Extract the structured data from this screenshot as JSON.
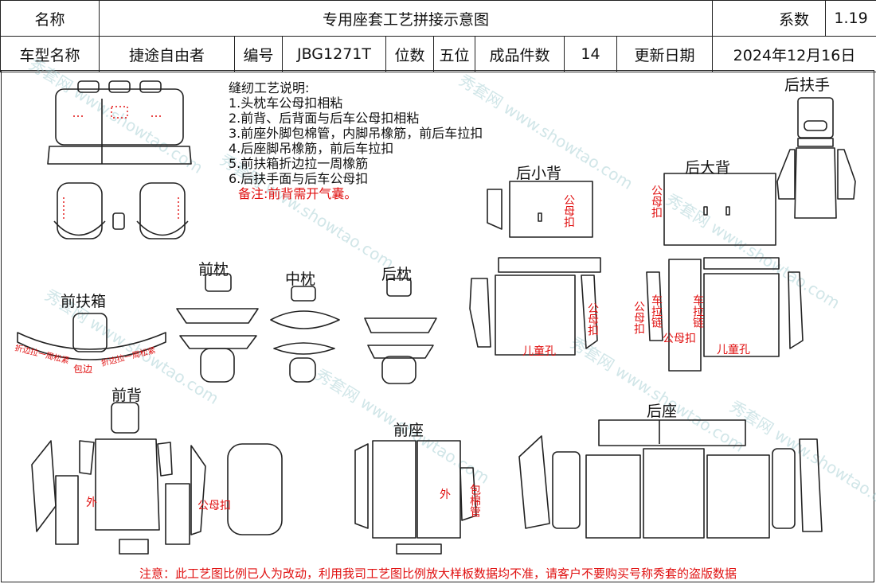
{
  "header": {
    "row1": {
      "name_label": "名称",
      "title": "专用座套工艺拼接示意图",
      "coef_label": "系数",
      "coef_value": "1.19"
    },
    "row2": {
      "model_label": "车型名称",
      "model_value": "捷途自由者",
      "code_label": "编号",
      "code_value": "JBG1271T",
      "seats_label": "位数",
      "seats_value": "五位",
      "pieces_label": "成品件数",
      "pieces_value": "14",
      "date_label": "更新日期",
      "date_value": "2024年12月16日"
    }
  },
  "notes": {
    "title": "缝纫工艺说明:",
    "items": [
      "1.头枕车公母扣相粘",
      "2.前背、后背面与后车公母扣相粘",
      "3.前座外脚包棉管，内脚吊橡筋，前后车拉扣",
      "4.后座脚吊橡筋，前后车拉扣",
      "5.前扶箱折边拉一周橡筋",
      "6.后扶手面与后车公母扣"
    ],
    "remark": "备注:前背需开气囊。"
  },
  "labels": {
    "rear_armrest": "后扶手",
    "rear_small_back": "后小背",
    "rear_big_back": "后大背",
    "front_armbox": "前扶箱",
    "front_headrest": "前枕",
    "mid_headrest": "中枕",
    "rear_headrest": "后枕",
    "front_back": "前背",
    "front_seat": "前座",
    "rear_seat": "后座"
  },
  "annotations": {
    "snap": "公母扣",
    "outer": "外",
    "cotton_tube": "包棉管",
    "pull_zipper": "车拉链",
    "child_hole": "儿童孔",
    "fold_edge": "折边拉一周松紧",
    "wrap_edge": "包边"
  },
  "watermark": "秀套网 www.showtao.com",
  "footer": "注意：此工艺图比例已人为改动，利用我司工艺图比例放大样板数据均不准，请客户不要购买号称秀套的盗版数据",
  "colors": {
    "line": "#222222",
    "annotation": "#e01010",
    "watermark": "#9ac8ce"
  }
}
